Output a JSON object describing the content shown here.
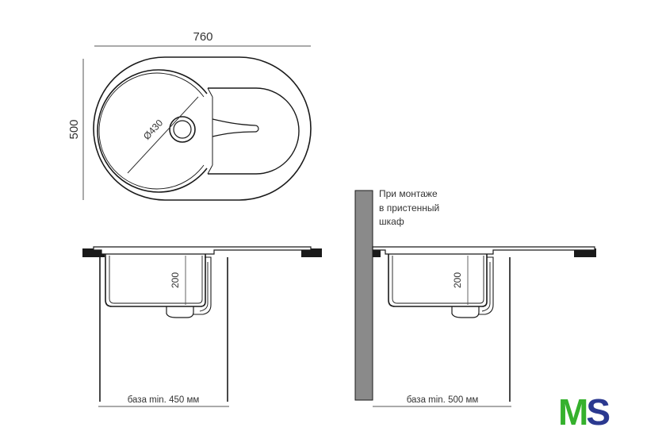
{
  "dimensions": {
    "width": "760",
    "height": "500",
    "bowl_diameter": "Ø430",
    "bowl_depth_left": "200",
    "bowl_depth_right": "200",
    "base_left": "база min. 450 мм",
    "base_right": "база min. 500 мм"
  },
  "note": {
    "line1": "При монтаже",
    "line2": "в пристенный",
    "line3": "шкаф"
  },
  "logo": {
    "letter_m": "M",
    "letter_s": "S"
  },
  "colors": {
    "line": "#1a1a1a",
    "dim_line": "#555555",
    "wall_fill": "#8a8a8a",
    "countertop": "#1a1a1a",
    "logo_green": "#35b12d",
    "logo_blue": "#2b3990"
  }
}
